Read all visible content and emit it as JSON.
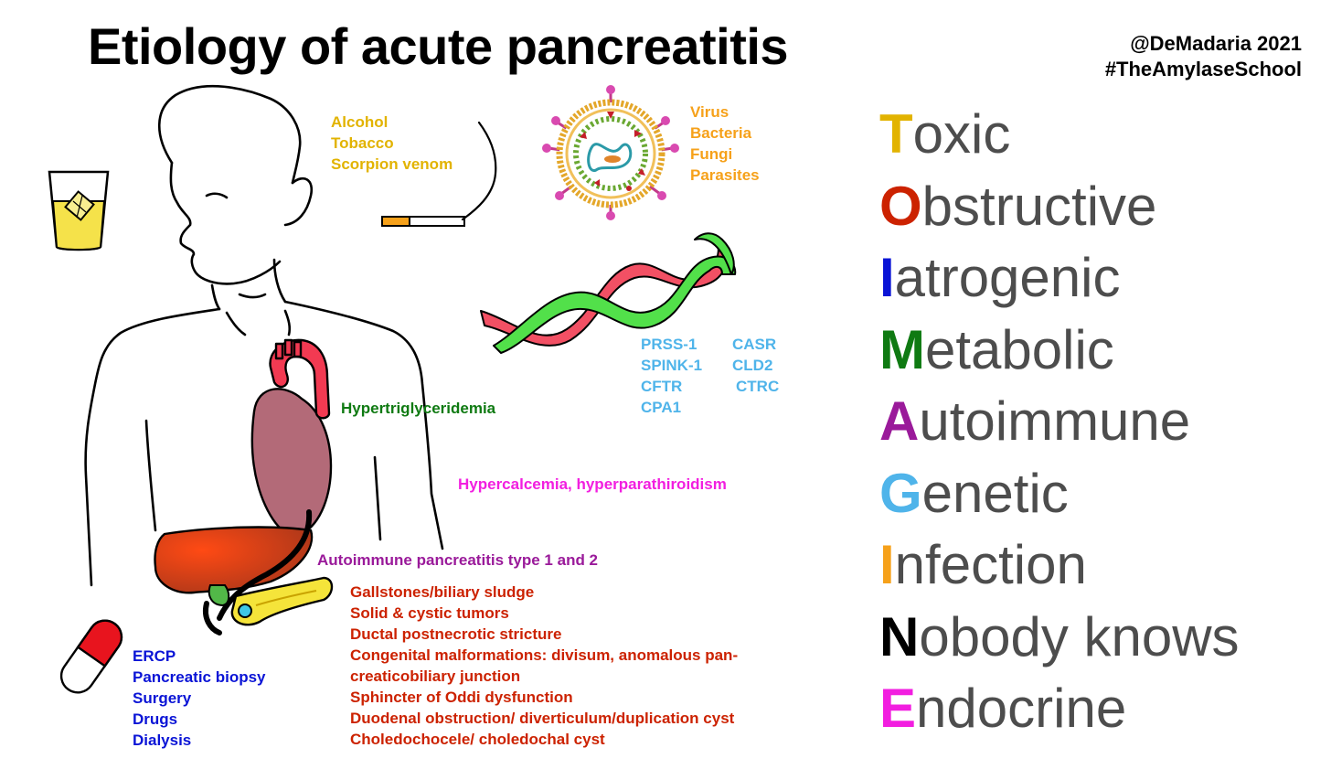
{
  "title": "Etiology of acute pancreatitis",
  "credit": {
    "line1": "@DeMadaria 2021",
    "line2": "#TheAmylaseSchool"
  },
  "labels": {
    "toxic": [
      "Alcohol",
      "Tobacco",
      "Scorpion venom"
    ],
    "infection": [
      "Virus",
      "Bacteria",
      "Fungi",
      "Parasites"
    ],
    "genetic_left": [
      "PRSS-1",
      "SPINK-1",
      "CFTR",
      "CPA1"
    ],
    "genetic_right": [
      "CASR",
      "CLD2",
      "CTRC"
    ],
    "hypertriglyceridemia": "Hypertriglyceridemia",
    "hypercalcemia": "Hypercalcemia, hyperparathiroidism",
    "autoimmune": "Autoimmune pancreatitis type 1 and 2",
    "obstructive": [
      "Gallstones/biliary sludge",
      "Solid & cystic tumors",
      "Ductal postnecrotic stricture",
      "Congenital malformations: divisum, anomalous pan-",
      "creaticobiliary junction",
      "Sphincter of Oddi dysfunction",
      "Duodenal obstruction/ diverticulum/duplication cyst",
      "Choledochocele/ choledochal cyst"
    ],
    "iatrogenic": [
      "ERCP",
      "Pancreatic biopsy",
      "Surgery",
      "Drugs",
      "Dialysis"
    ]
  },
  "mnemonic": [
    {
      "letter": "T",
      "rest": "oxic",
      "color": "#e2b300"
    },
    {
      "letter": "O",
      "rest": "bstructive",
      "color": "#cc2200"
    },
    {
      "letter": "I",
      "rest": "atrogenic",
      "color": "#0a14d6"
    },
    {
      "letter": "M",
      "rest": "etabolic",
      "color": "#0f7a12"
    },
    {
      "letter": "A",
      "rest": "utoimmune",
      "color": "#9a1a9a"
    },
    {
      "letter": "G",
      "rest": "enetic",
      "color": "#4fb4ea"
    },
    {
      "letter": "I",
      "rest": "nfection",
      "color": "#f6a11a"
    },
    {
      "letter": "N",
      "rest": "obody knows",
      "color": "#000000"
    },
    {
      "letter": "E",
      "rest": "ndocrine",
      "color": "#f21ee0"
    }
  ],
  "colors": {
    "toxic": "#e2b300",
    "infection": "#f6a11a",
    "genetic": "#4fb4ea",
    "metabolic": "#0f7a12",
    "endocrine": "#f21ee0",
    "autoimmune": "#9a1a9a",
    "obstructive": "#cc2200",
    "iatrogenic": "#0a14d6"
  },
  "icons": [
    "human-silhouette-icon",
    "glass-icon",
    "cigarette-icon",
    "virus-icon",
    "dna-icon",
    "heart-icon",
    "liver-icon",
    "pancreas-icon",
    "pill-icon"
  ]
}
